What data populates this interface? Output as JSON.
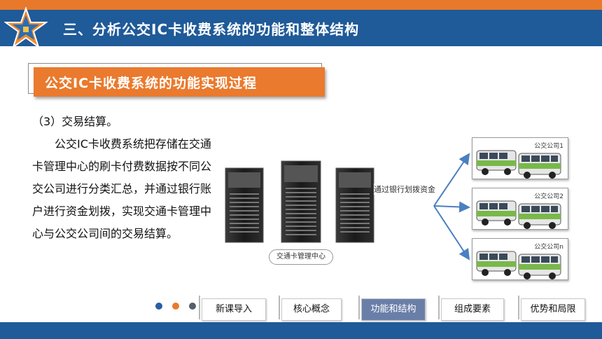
{
  "header": {
    "title": "三、分析公交IC卡收费系统的功能和整体结构"
  },
  "section": {
    "title": "公交IC卡收费系统的功能实现过程"
  },
  "content": {
    "step": "（3）交易结算。",
    "paragraph": "公交IC卡收费系统把存储在交通卡管理中心的刷卡付费数据按不同公交公司进行分类汇总，并通过银行账户进行资金划拨，实现交通卡管理中心与公交公司间的交易结算。"
  },
  "diagram": {
    "center_label": "交通卡管理中心",
    "transfer_label": "通过银行划拨资金",
    "companies": [
      "公交公司1",
      "公交公司2",
      "公交公司n"
    ]
  },
  "nav": {
    "buttons": [
      "新课导入",
      "核心概念",
      "功能和结构",
      "组成要素",
      "优势和局限"
    ],
    "active_index": 2
  },
  "colors": {
    "header_blue": "#1f5a99",
    "accent_orange": "#ea7a2d",
    "active_nav": "#6a7fa8"
  }
}
